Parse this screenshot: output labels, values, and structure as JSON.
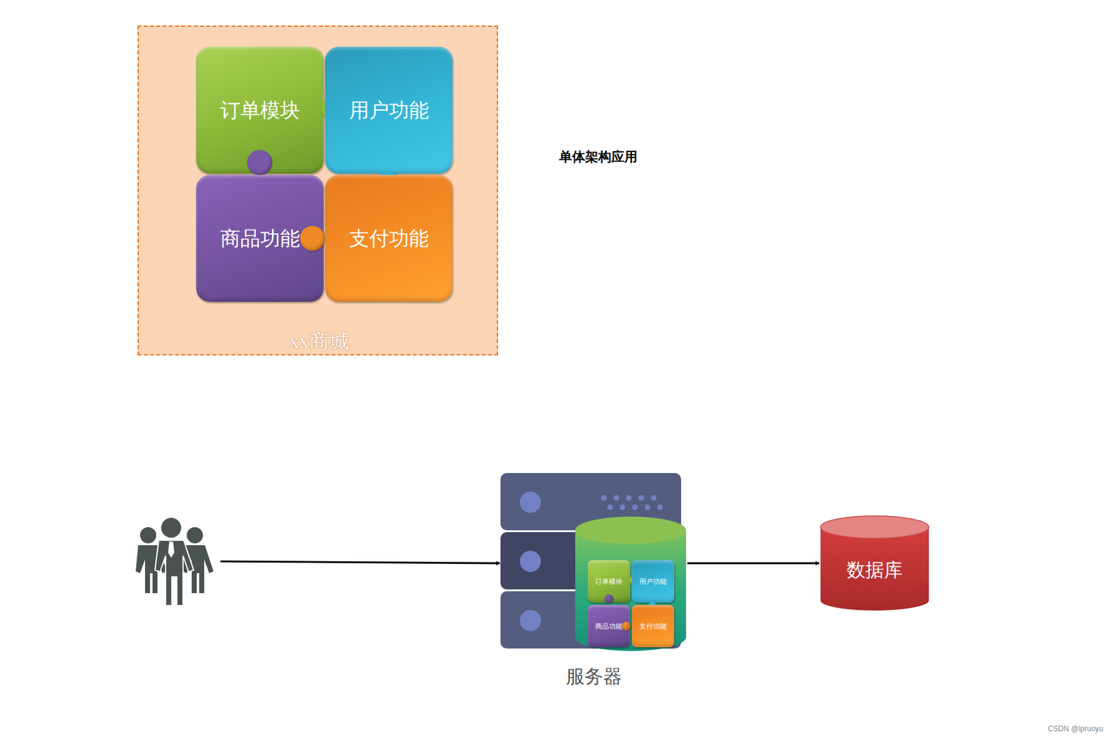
{
  "diagram": {
    "nodes": [
      {
        "text": [
          "xx商城"
        ]
      },
      {
        "text": [
          "订单模块"
        ],
        "in": 0
      },
      {
        "text": [
          "用户功能"
        ],
        "in": 0
      },
      {
        "text": [
          "商品功能"
        ],
        "in": 0
      },
      {
        "text": [
          "支付功能"
        ],
        "in": 0
      },
      {
        "text": [
          "服务器"
        ]
      },
      {
        "text": [
          "订单模块"
        ],
        "in": 5
      },
      {
        "text": [
          "用户功能"
        ],
        "in": 5
      },
      {
        "text": [
          "商品功能"
        ],
        "in": 5
      },
      {
        "text": [
          "支付功能"
        ],
        "in": 5
      },
      {
        "text": [
          "数据库"
        ]
      }
    ],
    "edges": [
      {
        "from": 5,
        "to": 10,
        "arrow": "to"
      }
    ],
    "labels": [
      "单体架构应用",
      "CSDN @lpruoyu"
    ]
  }
}
